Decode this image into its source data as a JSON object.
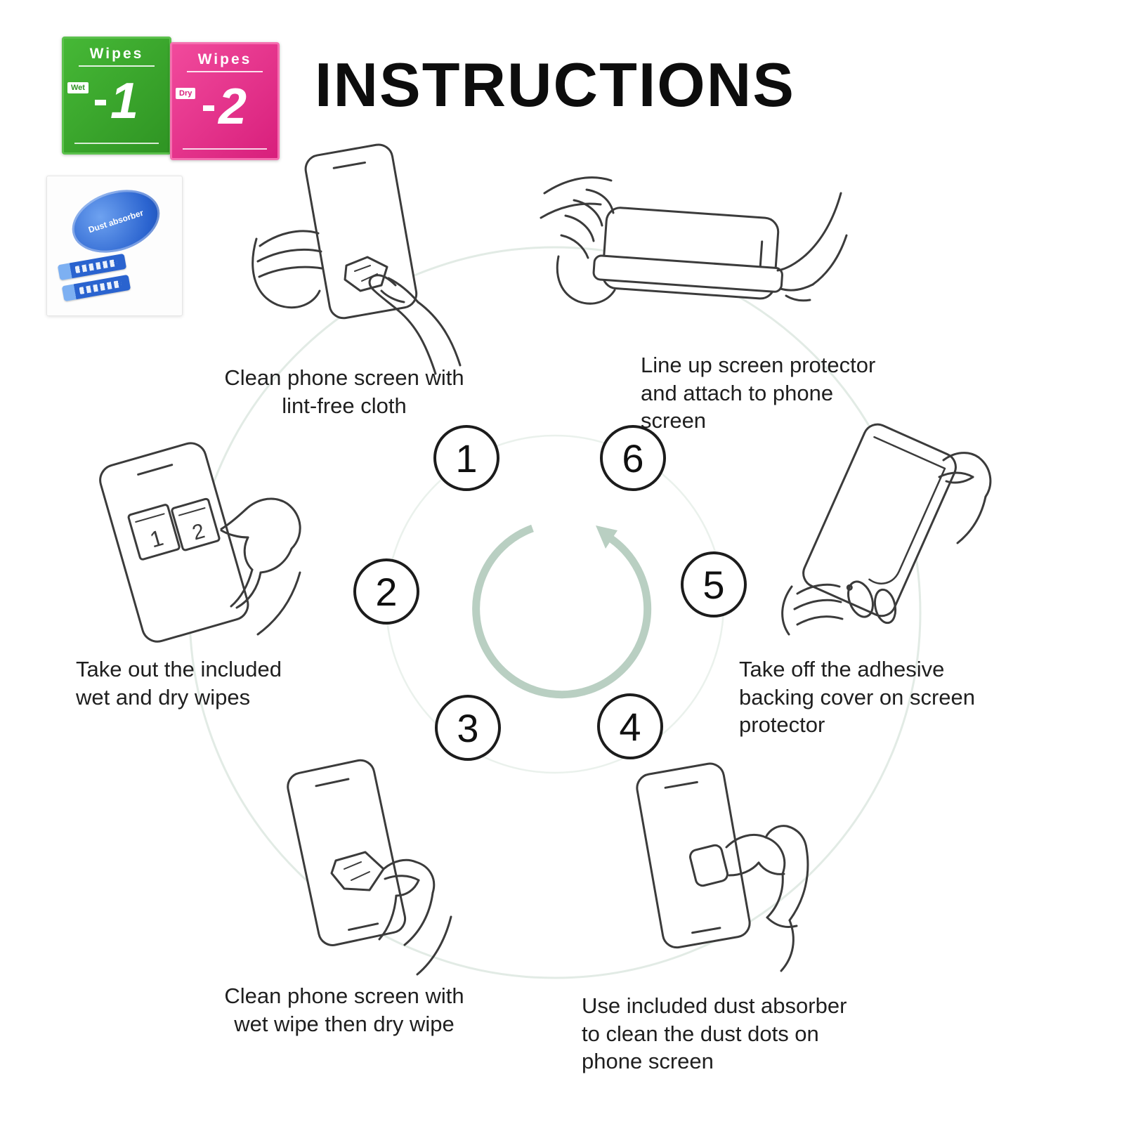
{
  "title": "INSTRUCTIONS",
  "kit": {
    "packets": [
      {
        "title": "Wipes",
        "tag": "Wet",
        "number": "1",
        "color": "#2f9423"
      },
      {
        "title": "Wipes",
        "tag": "Dry",
        "number": "2",
        "color": "#d81f7c"
      }
    ],
    "mini_packets": [
      "1",
      "2"
    ],
    "dust_absorber_label": "Dust absorber"
  },
  "steps": [
    {
      "number": "1",
      "caption": "Clean phone screen with\nlint-free cloth"
    },
    {
      "number": "2",
      "caption": "Take out the included\nwet and dry wipes"
    },
    {
      "number": "3",
      "caption": "Clean phone screen with\nwet wipe then dry wipe"
    },
    {
      "number": "4",
      "caption": "Use included dust absorber\nto clean the dust dots on\nphone screen"
    },
    {
      "number": "5",
      "caption": "Take off the adhesive\nbacking cover on screen\nprotector"
    },
    {
      "number": "6",
      "caption": "Line up screen protector\nand attach to phone\nscreen"
    }
  ],
  "colors": {
    "line_art": "#3b3b3b",
    "outer_ring": "#e2ebe5",
    "inner_ring": "#eaf1ec",
    "cycle_arrow": "#b9cfc2",
    "packet_green": "#2f9423",
    "packet_pink": "#d81f7c",
    "absorber_blue": "#2a63cf"
  }
}
